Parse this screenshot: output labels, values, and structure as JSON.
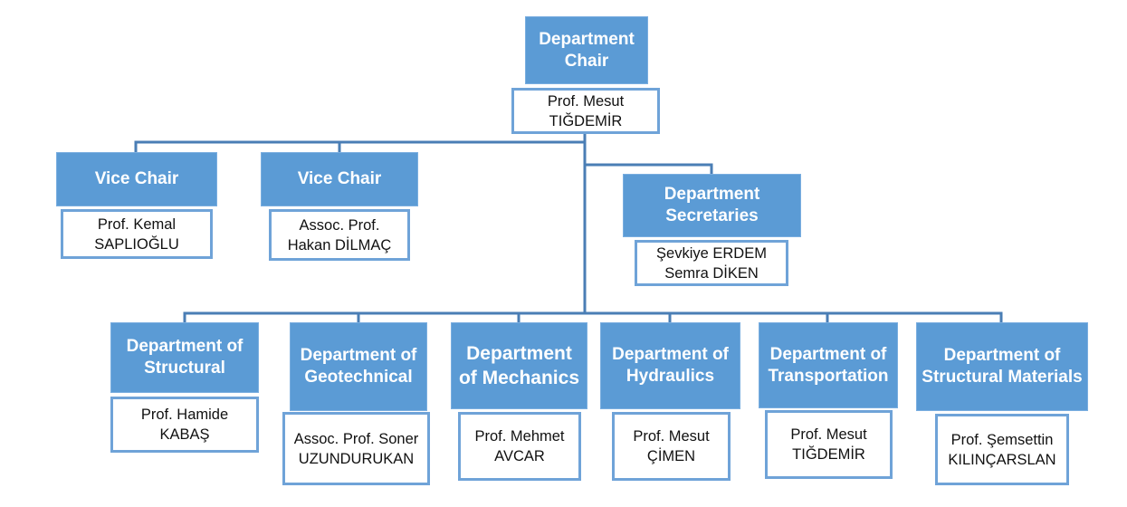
{
  "colors": {
    "role_fill": "#5b9bd5",
    "person_border": "#6fa3d8",
    "connector": "#4a7eb5",
    "role_text": "#ffffff",
    "person_text": "#111111"
  },
  "chair": {
    "role": "Department\nChair",
    "person": "Prof. Mesut\nTIĞDEMİR"
  },
  "vice_chairs": [
    {
      "role": "Vice Chair",
      "person": "Prof. Kemal\nSAPLIOĞLU"
    },
    {
      "role": "Vice Chair",
      "person": "Assoc. Prof.\nHakan DİLMAÇ"
    }
  ],
  "secretaries": {
    "role": "Department\nSecretaries",
    "person": "Şevkiye ERDEM\nSemra DİKEN"
  },
  "departments": [
    {
      "role": "Department of\nStructural",
      "person": "Prof. Hamide\nKABAŞ"
    },
    {
      "role": "Department of\nGeotechnical",
      "person": "Assoc. Prof. Soner\nUZUNDURUKAN"
    },
    {
      "role": "Department\nof Mechanics",
      "person": "Prof. Mehmet\nAVCAR"
    },
    {
      "role": "Department of\nHydraulics",
      "person": "Prof. Mesut\nÇİMEN"
    },
    {
      "role": "Department of\nTransportation",
      "person": "Prof. Mesut\nTIĞDEMİR"
    },
    {
      "role": "Department of\nStructural Materials",
      "person": "Prof. Şemsettin\nKILINÇARSLAN"
    }
  ]
}
